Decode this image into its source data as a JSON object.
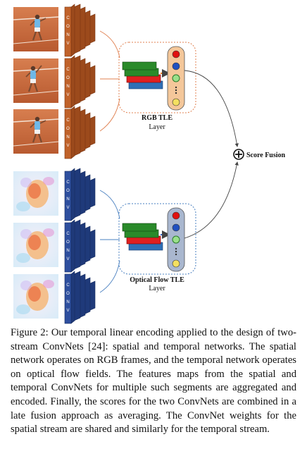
{
  "colors": {
    "rgb_conv": "#c0622a",
    "flow_conv": "#2e4f9e",
    "rgb_box_border": "#e08050",
    "flow_box_border": "#4a80c0"
  },
  "diagram": {
    "conv_label_letters": [
      "C",
      "O",
      "N",
      "V"
    ],
    "rgb_tle_title": "RGB TLE",
    "rgb_tle_subtitle": "Layer",
    "flow_tle_title": "Optical Flow TLE",
    "flow_tle_subtitle": "Layer",
    "fusion_symbol": "+",
    "fusion_label": "Score Fusion"
  },
  "caption": "Figure 2: Our temporal linear encoding applied to the de­sign of two-stream ConvNets [24]: spatial and temporal net­works. The spatial network operates on RGB frames, and the temporal network operates on optical flow fields. The features maps from the spatial and temporal ConvNets for multiple such segments are aggregated and encoded. Fi­nally, the scores for the two ConvNets are combined in a late fusion approach as averaging. The ConvNet weights for the spatial stream are shared and similarly for the tem­poral stream."
}
